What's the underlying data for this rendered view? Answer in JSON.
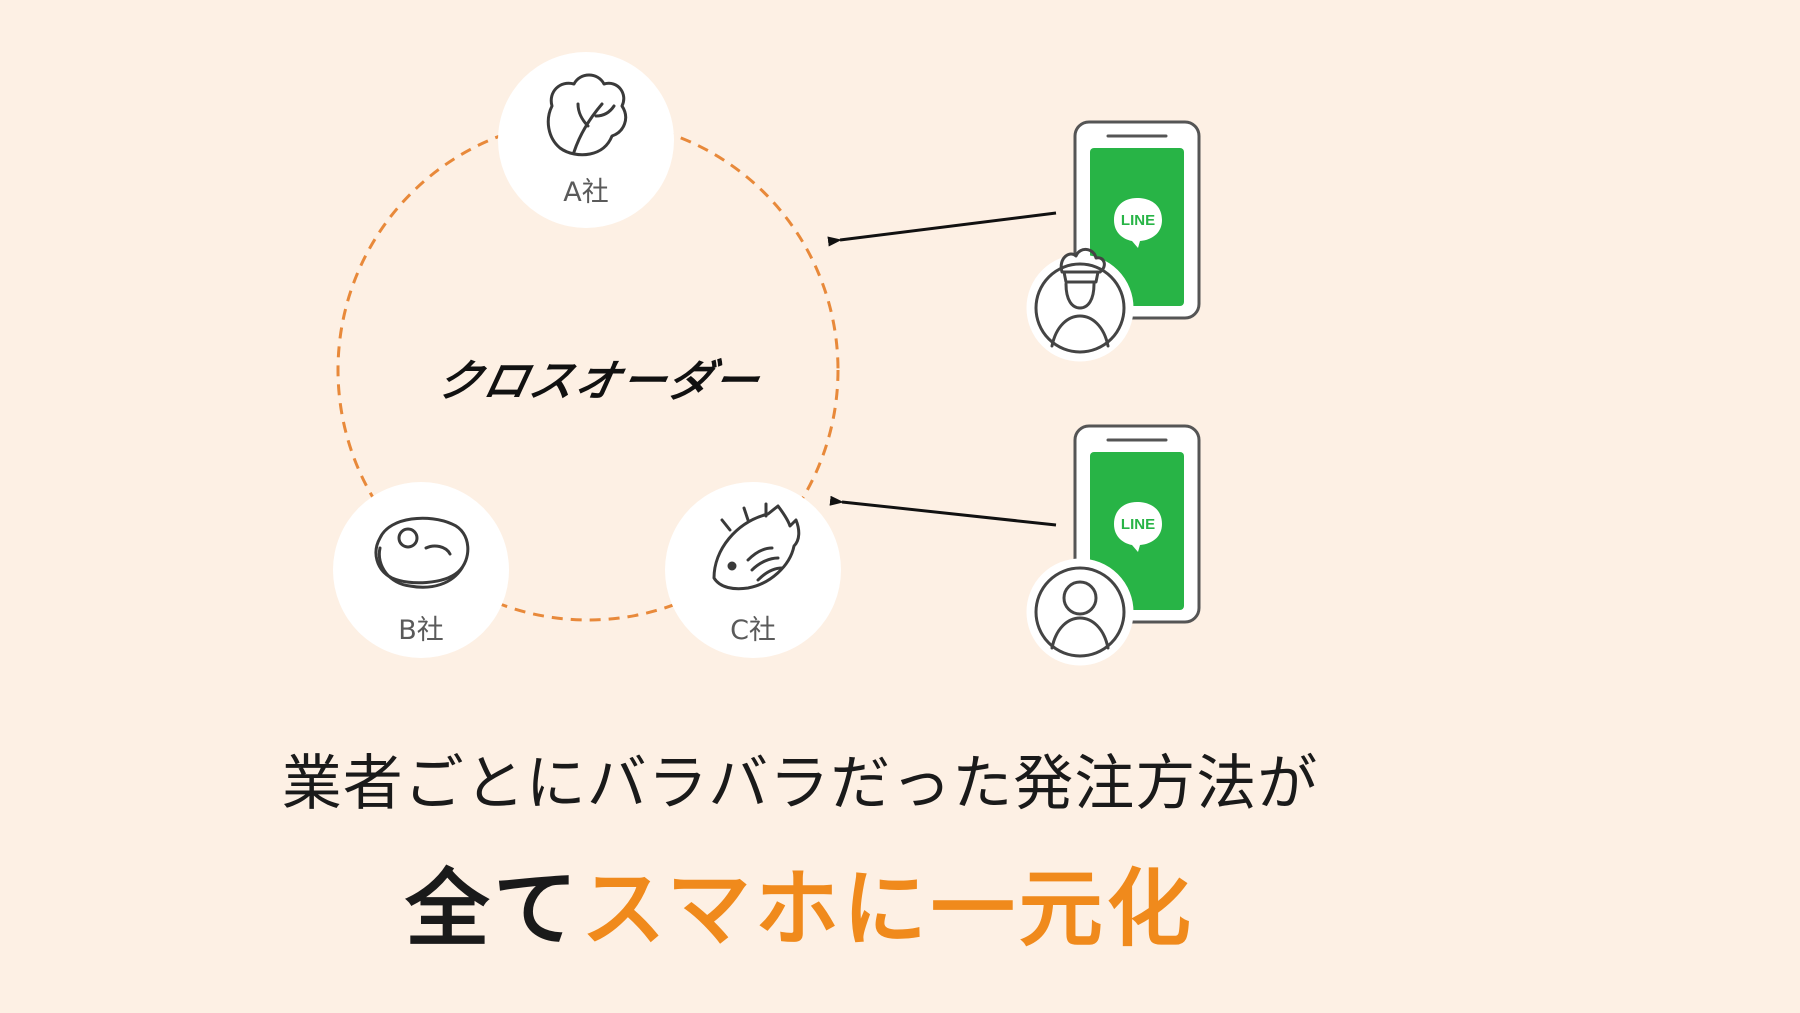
{
  "diagram": {
    "brand": "クロスオーダー",
    "suppliers": [
      {
        "label": "A社",
        "icon": "lettuce-icon"
      },
      {
        "label": "B社",
        "icon": "steak-icon"
      },
      {
        "label": "C社",
        "icon": "fish-icon"
      }
    ],
    "phones": [
      {
        "app_label": "LINE",
        "user_icon": "chef-avatar-icon"
      },
      {
        "app_label": "LINE",
        "user_icon": "person-avatar-icon"
      }
    ]
  },
  "caption": {
    "line1": "業者ごとにバラバラだった発注方法が",
    "line2_prefix": "全て",
    "line2_highlight": "スマホに一元化"
  },
  "colors": {
    "background": "#fdf0e4",
    "accent": "#f08a1c",
    "line_green": "#28b446",
    "dashed_ring": "#e8893a"
  }
}
